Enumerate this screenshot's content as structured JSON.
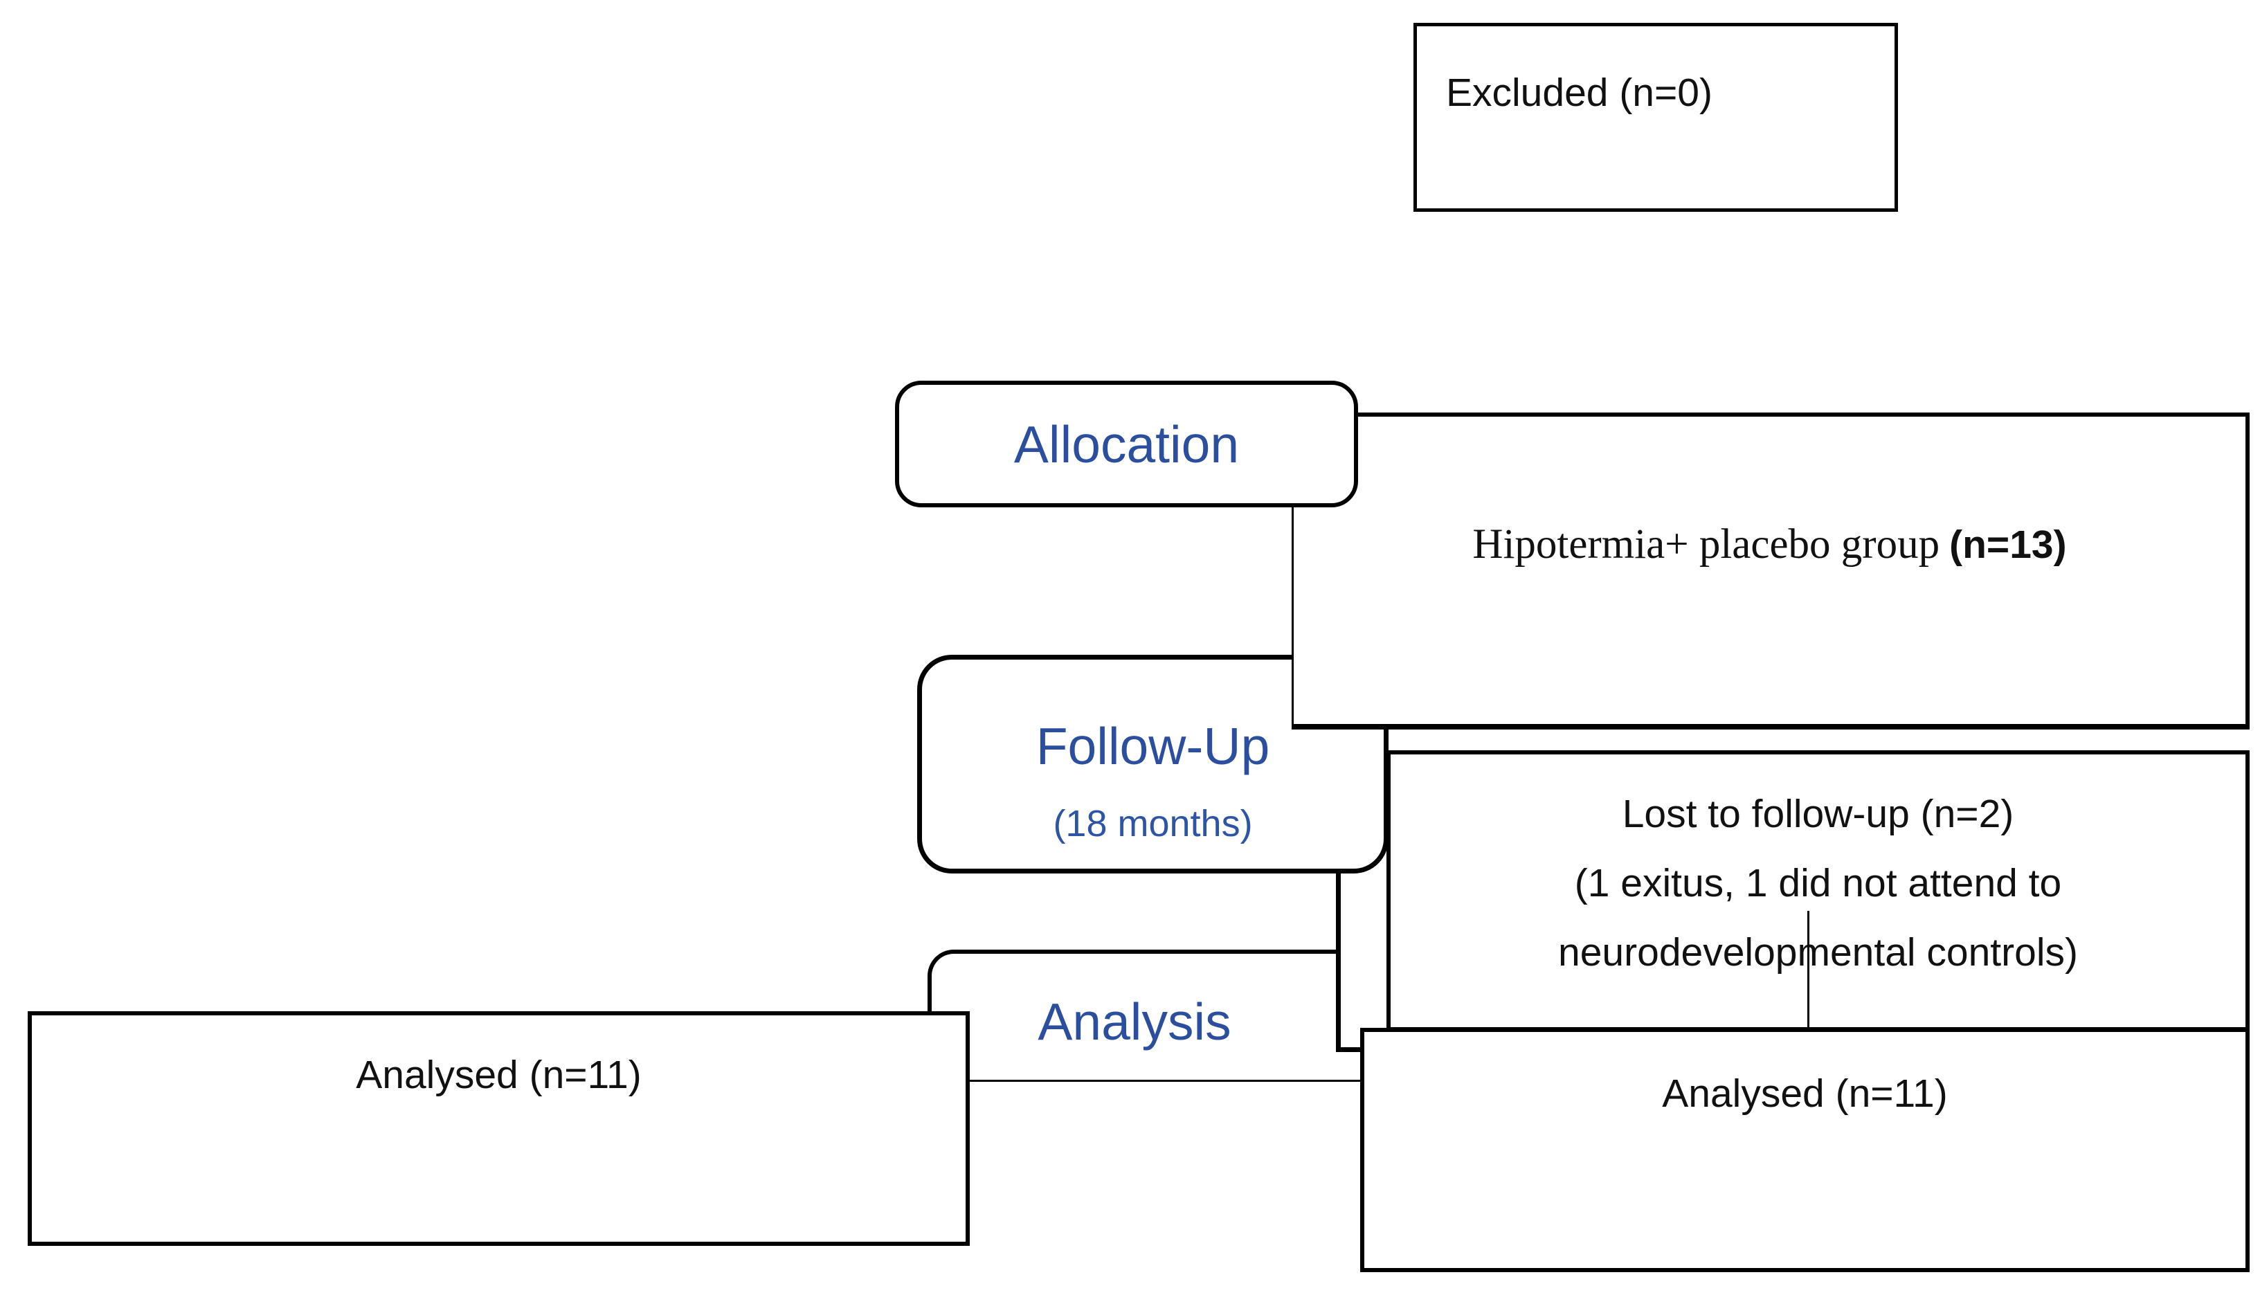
{
  "diagram_title": "participant-flow-diagram",
  "colors": {
    "background": "#ffffff",
    "line": "#000000",
    "stage_blue": "#2b4f9e",
    "sublabel_blue": "#2e55a5",
    "text": "#111111"
  },
  "boxes": {
    "excluded": {
      "label": "Excluded (n=0)"
    },
    "allocation": {
      "label": "Allocation"
    },
    "hipotermia": {
      "label_serif": "Hipotermia+ placebo group",
      "label_sans": "(n=13)"
    },
    "followup": {
      "label": "Follow-Up",
      "sublabel": "(18 months)"
    },
    "lost": {
      "lines": [
        "Lost to follow-up (n=2)",
        "(1 exitus, 1 did not attend to",
        "neurodevelopmental controls)"
      ]
    },
    "analysis": {
      "label": "Analysis"
    },
    "analysed_left": {
      "label": "Analysed (n=11)"
    },
    "analysed_right": {
      "label": "Analysed (n=11)"
    }
  }
}
